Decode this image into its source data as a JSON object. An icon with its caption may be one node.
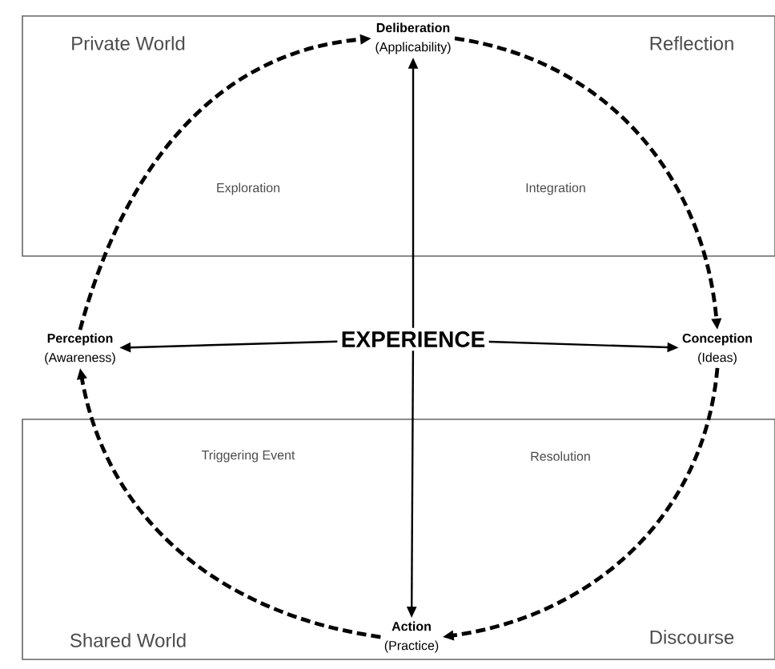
{
  "diagram": {
    "nodes": [
      {
        "text": [
          "Private World",
          "Reflection",
          "Exploration",
          "Integration"
        ]
      },
      {
        "text": [
          "Deliberation",
          "(Applicability)"
        ],
        "in": 0
      },
      {
        "text": [
          "Perception",
          "(Awareness)"
        ]
      },
      {
        "text": [
          "EXPERIENCE"
        ]
      },
      {
        "text": [
          "Conception",
          "(Ideas)"
        ]
      },
      {
        "text": [
          "Triggering Event",
          "Resolution",
          "Shared World",
          "Discourse"
        ]
      },
      {
        "text": [
          "Action",
          "(Practice)"
        ],
        "in": 5
      }
    ],
    "edges": [
      {
        "from": 3,
        "to": 1,
        "arrow": "to"
      },
      {
        "from": 3,
        "to": 2,
        "arrow": "to"
      },
      {
        "from": 3,
        "to": 4,
        "arrow": "to"
      },
      {
        "from": 3,
        "to": 6,
        "arrow": "to"
      },
      {
        "from": 2,
        "to": 1,
        "arrow": "to",
        "style": "dashed"
      },
      {
        "from": 1,
        "to": 4,
        "arrow": "to",
        "style": "dashed"
      },
      {
        "from": 4,
        "to": 6,
        "arrow": "to",
        "style": "dashed"
      },
      {
        "from": 6,
        "to": 2,
        "arrow": "to",
        "style": "dashed"
      }
    ]
  }
}
